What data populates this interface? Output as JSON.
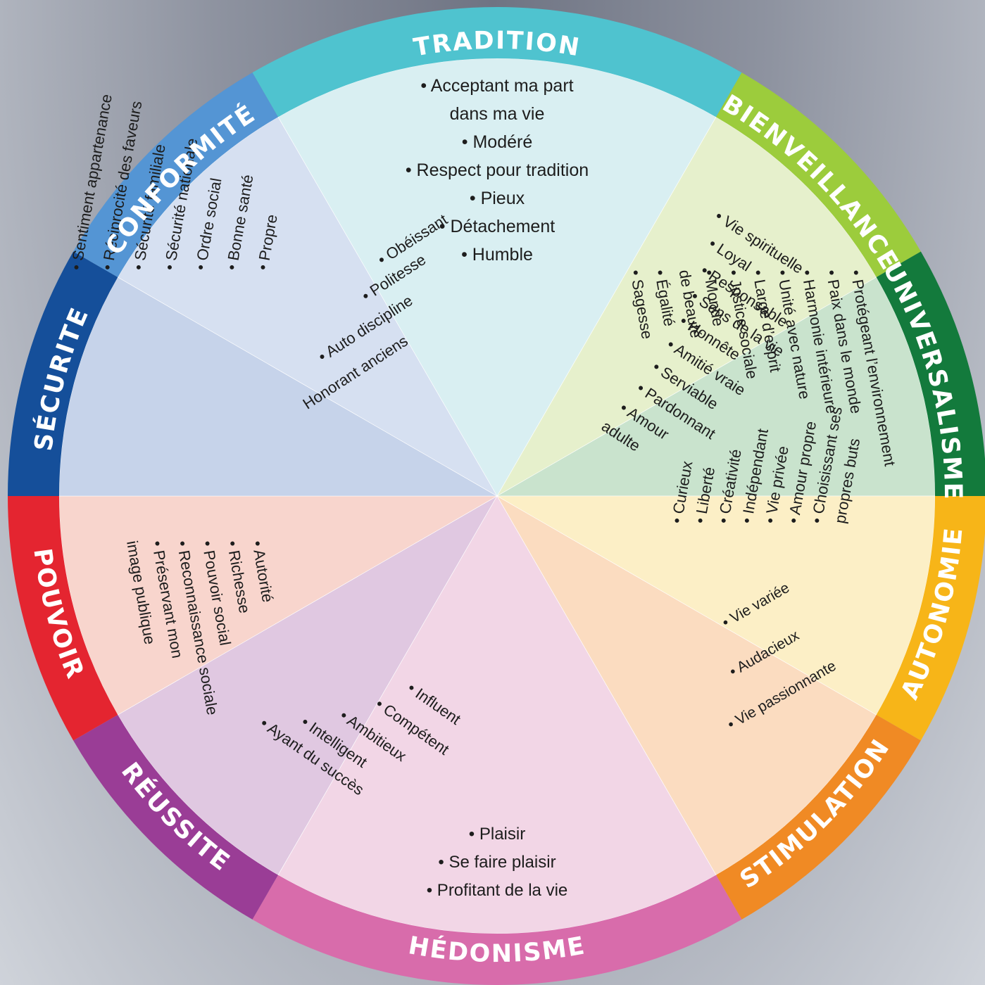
{
  "segments": [
    {
      "name": "TRADITION",
      "band": "#4fc3cf",
      "fill": "#d9eff2",
      "items": [
        "• Acceptant ma part",
        "dans ma vie",
        "• Modéré",
        "• Respect pour tradition",
        "• Pieux",
        "• Détachement",
        "• Humble"
      ]
    },
    {
      "name": "BIENVEILLANCE",
      "band": "#9ccc3c",
      "fill": "#e6f0cc",
      "items": [
        "• Vie spirituelle",
        "• Loyal",
        "• Responsable",
        "• Sens de la vie",
        "• Honnête",
        "• Amitié vraie",
        "• Serviable",
        "• Pardonnant",
        "• Amour",
        "adulte"
      ]
    },
    {
      "name": "UNIVERSALISME",
      "band": "#137a3c",
      "fill": "#c9e3cd",
      "items": [
        "• Protégeant l’environnement",
        "• Paix dans le monde",
        "• Harmonie intérieure",
        "• Unité avec nature",
        "• Large d’esprit",
        "• Justice sociale",
        "• Monde",
        "de beauté",
        "• Égalité",
        "• Sagesse"
      ]
    },
    {
      "name": "AUTONOMIE",
      "band": "#f7b518",
      "fill": "#fcefc6",
      "items": [
        "• Curieux",
        "• Liberté",
        "• Créativité",
        "• Indépendant",
        "• Vie privée",
        "• Amour propre",
        "• Choisissant ses",
        "propres buts"
      ]
    },
    {
      "name": "STIMULATION",
      "band": "#f08a24",
      "fill": "#fbdcc0",
      "items": [
        "• Vie variée",
        "• Audacieux",
        "• Vie passionnante"
      ]
    },
    {
      "name": "HÉDONISME",
      "band": "#d86cab",
      "fill": "#f2d6e6",
      "items": [
        "• Plaisir",
        "• Se faire plaisir",
        "• Profitant de la vie"
      ]
    },
    {
      "name": "RÉUSSITE",
      "band": "#9a3d96",
      "fill": "#e0c8e1",
      "items": [
        "• Influent",
        "• Compétent",
        "• Ambitieux",
        "• Intelligent",
        "• Ayant du succès"
      ]
    },
    {
      "name": "POUVOIR",
      "band": "#e42530",
      "fill": "#f8d5cd",
      "items": [
        "• Autorité",
        "• Richesse",
        "• Pouvoir social",
        "• Reconnaissance sociale",
        "• Préservant mon",
        "image publique"
      ]
    },
    {
      "name": "SÉCURITE",
      "band": "#154f9a",
      "fill": "#c6d3ea",
      "items": [
        "• Sentiment appartenance",
        "• Réciprocité des faveurs",
        "• Sécurité familiale",
        "• Sécurité nationale",
        "• Ordre social",
        "• Bonne santé",
        "• Propre"
      ]
    },
    {
      "name": "CONFORMITÉ",
      "band": "#5495d4",
      "fill": "#d6e0f1",
      "items": [
        "Honorant anciens",
        "• Auto discipline",
        "• Politesse",
        "• Obéissant"
      ]
    }
  ]
}
